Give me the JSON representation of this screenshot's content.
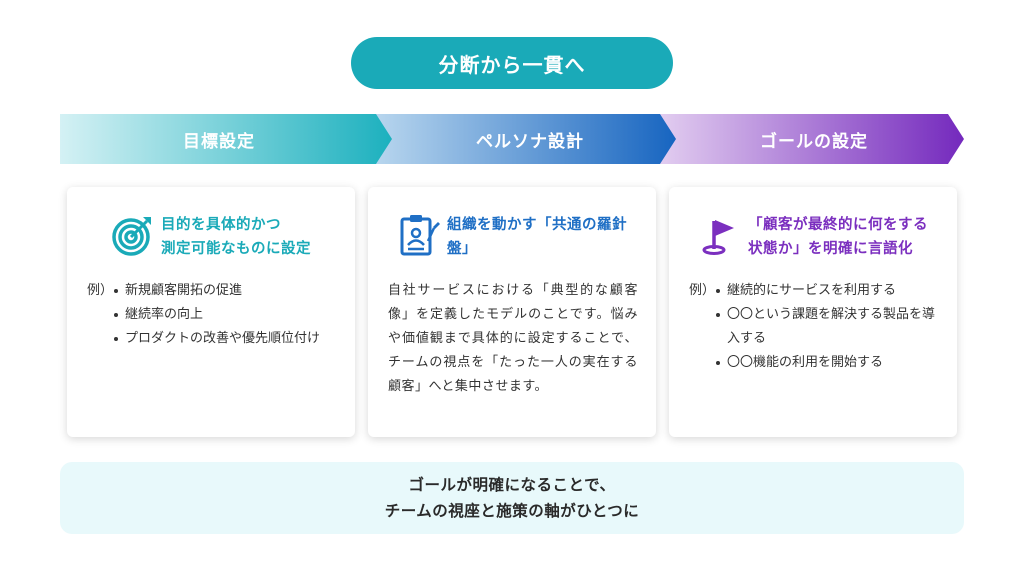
{
  "header": {
    "title": "分断から一貫へ"
  },
  "steps": [
    {
      "label": "目標設定"
    },
    {
      "label": "ペルソナ設計"
    },
    {
      "label": "ゴールの設定"
    }
  ],
  "cards": [
    {
      "icon": "target-icon",
      "title_line1": "目的を具体的かつ",
      "title_line2": "測定可能なものに設定",
      "example_prefix": "例）",
      "items": [
        "新規顧客開拓の促進",
        "継続率の向上",
        "プロダクトの改善や優先順位付け"
      ]
    },
    {
      "icon": "clipboard-persona-icon",
      "title_line1": "組織を動かす「共通の羅針",
      "title_line2": "盤」",
      "paragraph": "自社サービスにおける「典型的な顧客像」を定義したモデルのことです。悩みや価値観まで具体的に設定することで、チームの視点を「たった一人の実在する顧客」へと集中させます。"
    },
    {
      "icon": "flag-icon",
      "title_line1": "「顧客が最終的に何をする",
      "title_line2": "状態か」を明確に言語化",
      "example_prefix": "例）",
      "items": [
        "継続的にサービスを利用する",
        "〇〇という課題を解決する製品を導入する",
        "〇〇機能の利用を開始する"
      ]
    }
  ],
  "summary": {
    "line1": "ゴールが明確になることで、",
    "line2": "チームの視座と施策の軸がひとつに"
  },
  "colors": {
    "teal": "#1aaab8",
    "blue": "#1f6fc5",
    "purple": "#7b2fbf"
  }
}
